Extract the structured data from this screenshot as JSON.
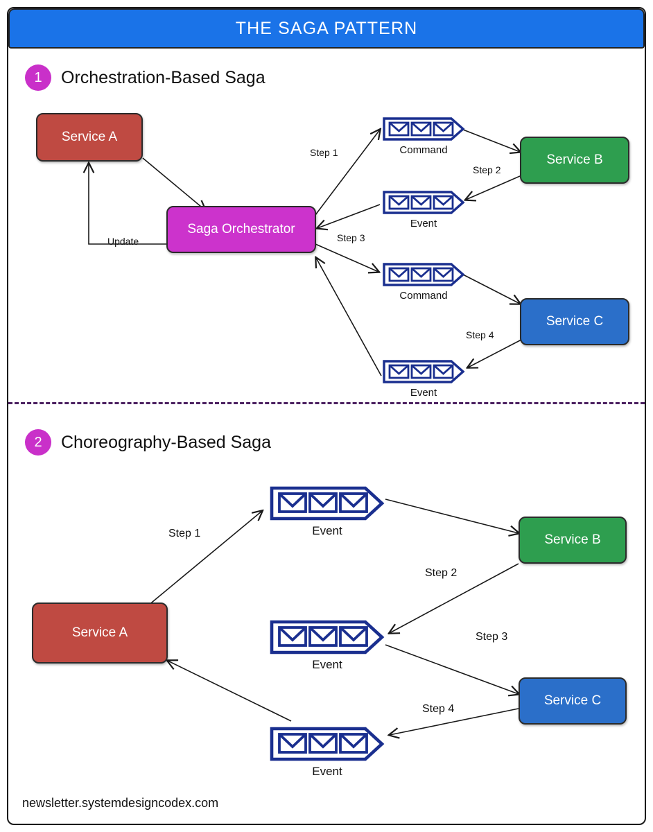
{
  "header": {
    "title": "THE SAGA PATTERN"
  },
  "sections": [
    {
      "number": "1",
      "title": "Orchestration-Based Saga",
      "nodes": [
        {
          "key": "service_a",
          "label": "Service A",
          "color": "#bf4a42"
        },
        {
          "key": "orchestrator",
          "label": "Saga Orchestrator",
          "color": "#cc33cc"
        },
        {
          "key": "service_b",
          "label": "Service B",
          "color": "#2e9e4f"
        },
        {
          "key": "service_c",
          "label": "Service C",
          "color": "#2b6fc9"
        }
      ],
      "messages": [
        {
          "key": "msg1",
          "label": "Command"
        },
        {
          "key": "msg2",
          "label": "Event"
        },
        {
          "key": "msg3",
          "label": "Command"
        },
        {
          "key": "msg4",
          "label": "Event"
        }
      ],
      "edge_labels": [
        {
          "key": "update",
          "label": "Update"
        },
        {
          "key": "step1",
          "label": "Step 1"
        },
        {
          "key": "step2",
          "label": "Step 2"
        },
        {
          "key": "step3",
          "label": "Step 3"
        },
        {
          "key": "step4",
          "label": "Step 4"
        }
      ]
    },
    {
      "number": "2",
      "title": "Choreography-Based Saga",
      "nodes": [
        {
          "key": "service_a",
          "label": "Service A",
          "color": "#bf4a42"
        },
        {
          "key": "service_b",
          "label": "Service B",
          "color": "#2e9e4f"
        },
        {
          "key": "service_c",
          "label": "Service C",
          "color": "#2b6fc9"
        }
      ],
      "messages": [
        {
          "key": "msg1",
          "label": "Event"
        },
        {
          "key": "msg2",
          "label": "Event"
        },
        {
          "key": "msg3",
          "label": "Event"
        }
      ],
      "edge_labels": [
        {
          "key": "step1",
          "label": "Step 1"
        },
        {
          "key": "step2",
          "label": "Step 2"
        },
        {
          "key": "step3",
          "label": "Step 3"
        },
        {
          "key": "step4",
          "label": "Step 4"
        }
      ]
    }
  ],
  "footer": {
    "text": "newsletter.systemdesigncodex.com"
  },
  "colors": {
    "header_bg": "#1a73e8",
    "badge": "#c930c9",
    "divider": "#4b2060",
    "envelope": "#1a2f8f",
    "arrow": "#1a1a1a"
  }
}
